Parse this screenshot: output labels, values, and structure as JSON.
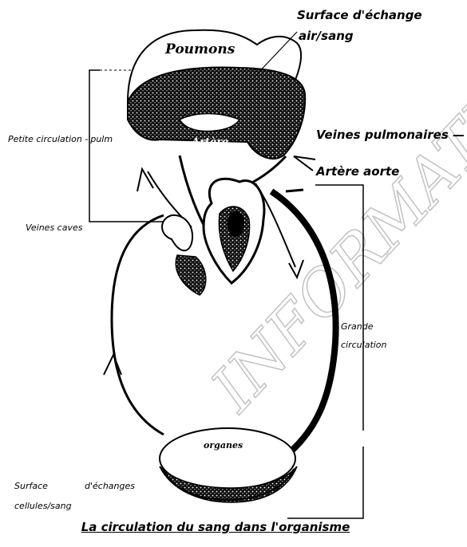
{
  "labels": {
    "surface_echange_air_line1": "Surface d'échange",
    "surface_echange_air_line2": "air/sang",
    "petite_circulation": "Petite circulation -'pulm",
    "veines_pulmonaires": "Veines pulmonaires —",
    "artere_aorte": "Artère aorte",
    "veines_caves": "Veines caves",
    "grande_circulation_line1": "Grande",
    "grande_circulation_line2": "circulation",
    "surface_echanges_cellules_word1": "Surface",
    "surface_echanges_cellules_word2": "d'échanges",
    "surface_echanges_cellules_line2": "cellules/sang"
  },
  "drawing_text": {
    "poumons": "Poumons",
    "artere": "Artère",
    "organes": "organes"
  },
  "caption": "La circulation du sang dans l'organisme",
  "watermark": "INFORMATION",
  "colors": {
    "ink": "#000000",
    "background": "#ffffff",
    "watermark": "#c8c8c8"
  }
}
